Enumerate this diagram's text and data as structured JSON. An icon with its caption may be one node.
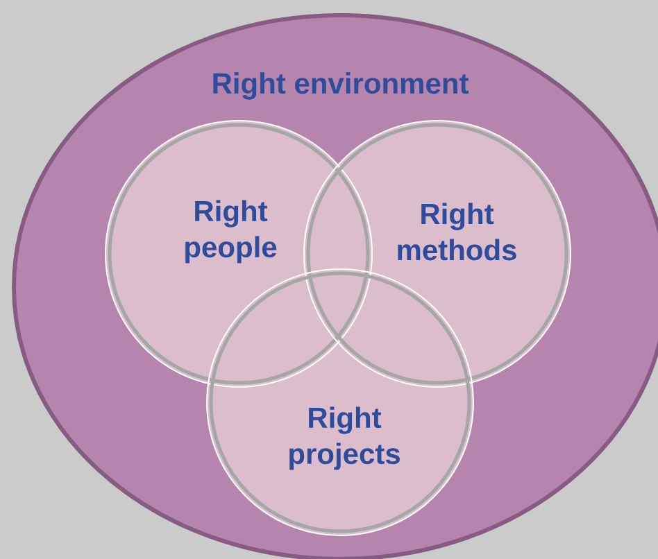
{
  "diagram": {
    "nodes": [
      {
        "text": [
          "Right environment"
        ]
      },
      {
        "text": [
          "Right people"
        ],
        "in": 0
      },
      {
        "text": [
          "Right methods"
        ],
        "in": 0
      },
      {
        "text": [
          "Right projects"
        ],
        "in": 0
      }
    ]
  }
}
